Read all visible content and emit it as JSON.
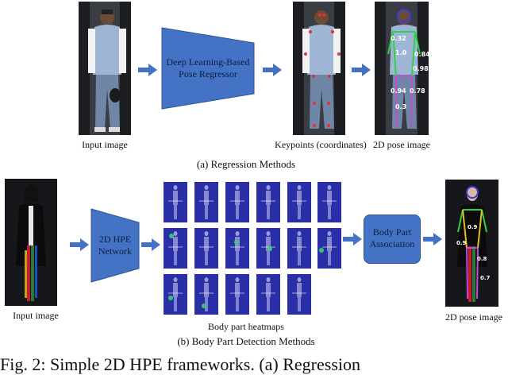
{
  "colors": {
    "node_fill": "#4472c4",
    "node_stroke": "#2f5597",
    "arrow": "#4472c4",
    "heatmap_bg": "#2a2fa8"
  },
  "section_a": {
    "caption": "(a) Regression Methods",
    "input_label": "Input image",
    "regressor_label_line1": "Deep Learning-Based",
    "regressor_label_line2": "Pose Regressor",
    "keypoints_label": "Keypoints (coordinates)",
    "pose_label": "2D pose image",
    "pose_numbers": [
      "0.32",
      "1.0",
      "0.84",
      "0.98",
      "0.78",
      "0.94",
      "0.3"
    ]
  },
  "section_b": {
    "caption": "(b) Body Part Detection Methods",
    "input_label": "Input image",
    "network_label_line1": "2D HPE",
    "network_label_line2": "Network",
    "heatmaps_label": "Body part heatmaps",
    "association_label_line1": "Body Part",
    "association_label_line2": "Association",
    "pose_label": "2D pose image",
    "pose_numbers": [
      "0.9",
      "0.9",
      "0.8",
      "0.7"
    ]
  },
  "figure_caption": "Fig. 2: Simple        2D HPE frameworks. (a) Regression"
}
